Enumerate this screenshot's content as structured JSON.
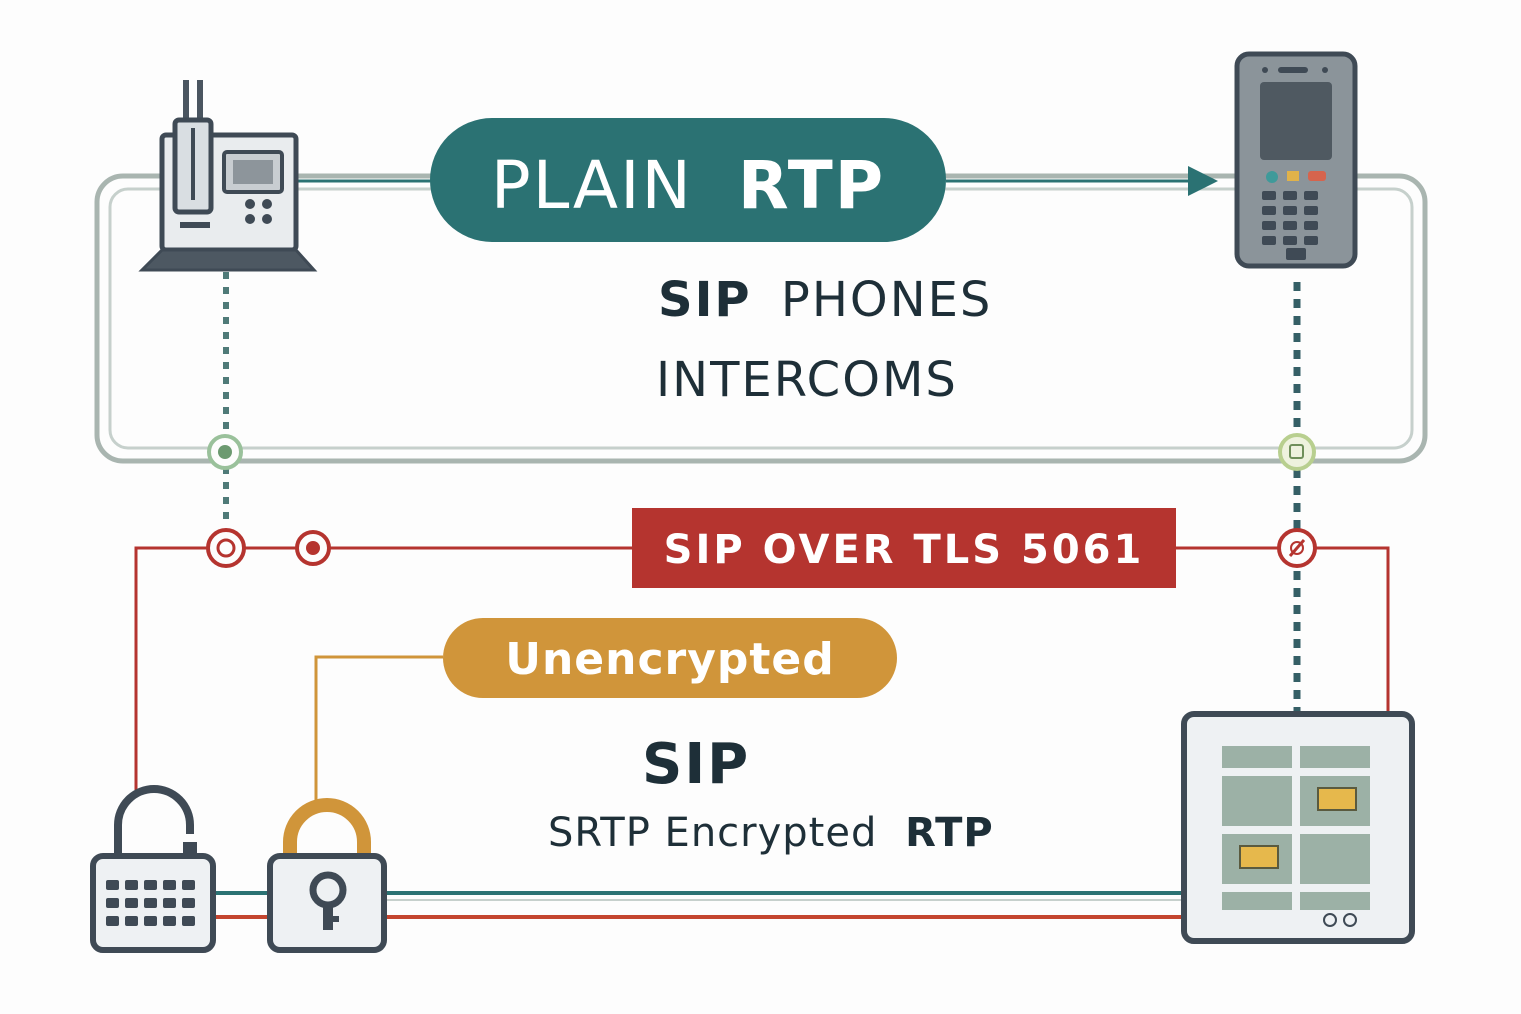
{
  "labels": {
    "plain_rtp_light": "PLAIN",
    "plain_rtp_bold": "RTP",
    "sip_phones_bold": "SIP",
    "sip_phones_light": "PHONES",
    "intercoms": "INTERCOMS",
    "sip_over_tls": "SIP OVER TLS 5061",
    "unencrypted": "Unencrypted",
    "sip": "SIP",
    "srtp_light": "SRTP Encrypted",
    "srtp_bold": "RTP"
  },
  "icons": {
    "desk_phone": "desk-phone-icon",
    "mobile_phone": "mobile-phone-icon",
    "open_lock_keypad": "open-lock-keypad-icon",
    "closed_lock": "closed-lock-icon",
    "server_panel": "server-panel-icon"
  },
  "colors": {
    "teal": "#2b7273",
    "red": "#b5342f",
    "orange": "#d0953a",
    "gray_line": "#a9b5b0",
    "dark_outline": "#454f57",
    "text_dark": "#1e2f38"
  }
}
